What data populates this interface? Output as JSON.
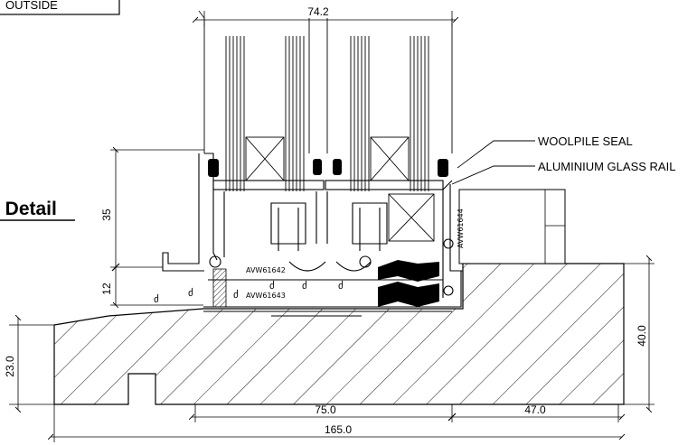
{
  "header": {
    "outside_label": "OUTSIDE"
  },
  "title": {
    "text": "l Detail"
  },
  "callouts": {
    "woolpile_seal": "WOOLPILE SEAL",
    "aluminium_glass_rail": "ALUMINIUM GLASS RAIL"
  },
  "part_codes": {
    "top_profile": "AVW61642",
    "bottom_profile": "AVW61643",
    "side_profile": "AVW61644"
  },
  "dimensions": {
    "overall_width_top": "74.2",
    "frame_height": "35",
    "base_height": "12",
    "sill_left_height": "23.0",
    "sill_right_height": "40.0",
    "span_inner": "75.0",
    "span_right": "47.0",
    "overall_sill": "165.0"
  },
  "colors": {
    "line": "#000000",
    "background": "#ffffff",
    "gasket": "#000000"
  }
}
